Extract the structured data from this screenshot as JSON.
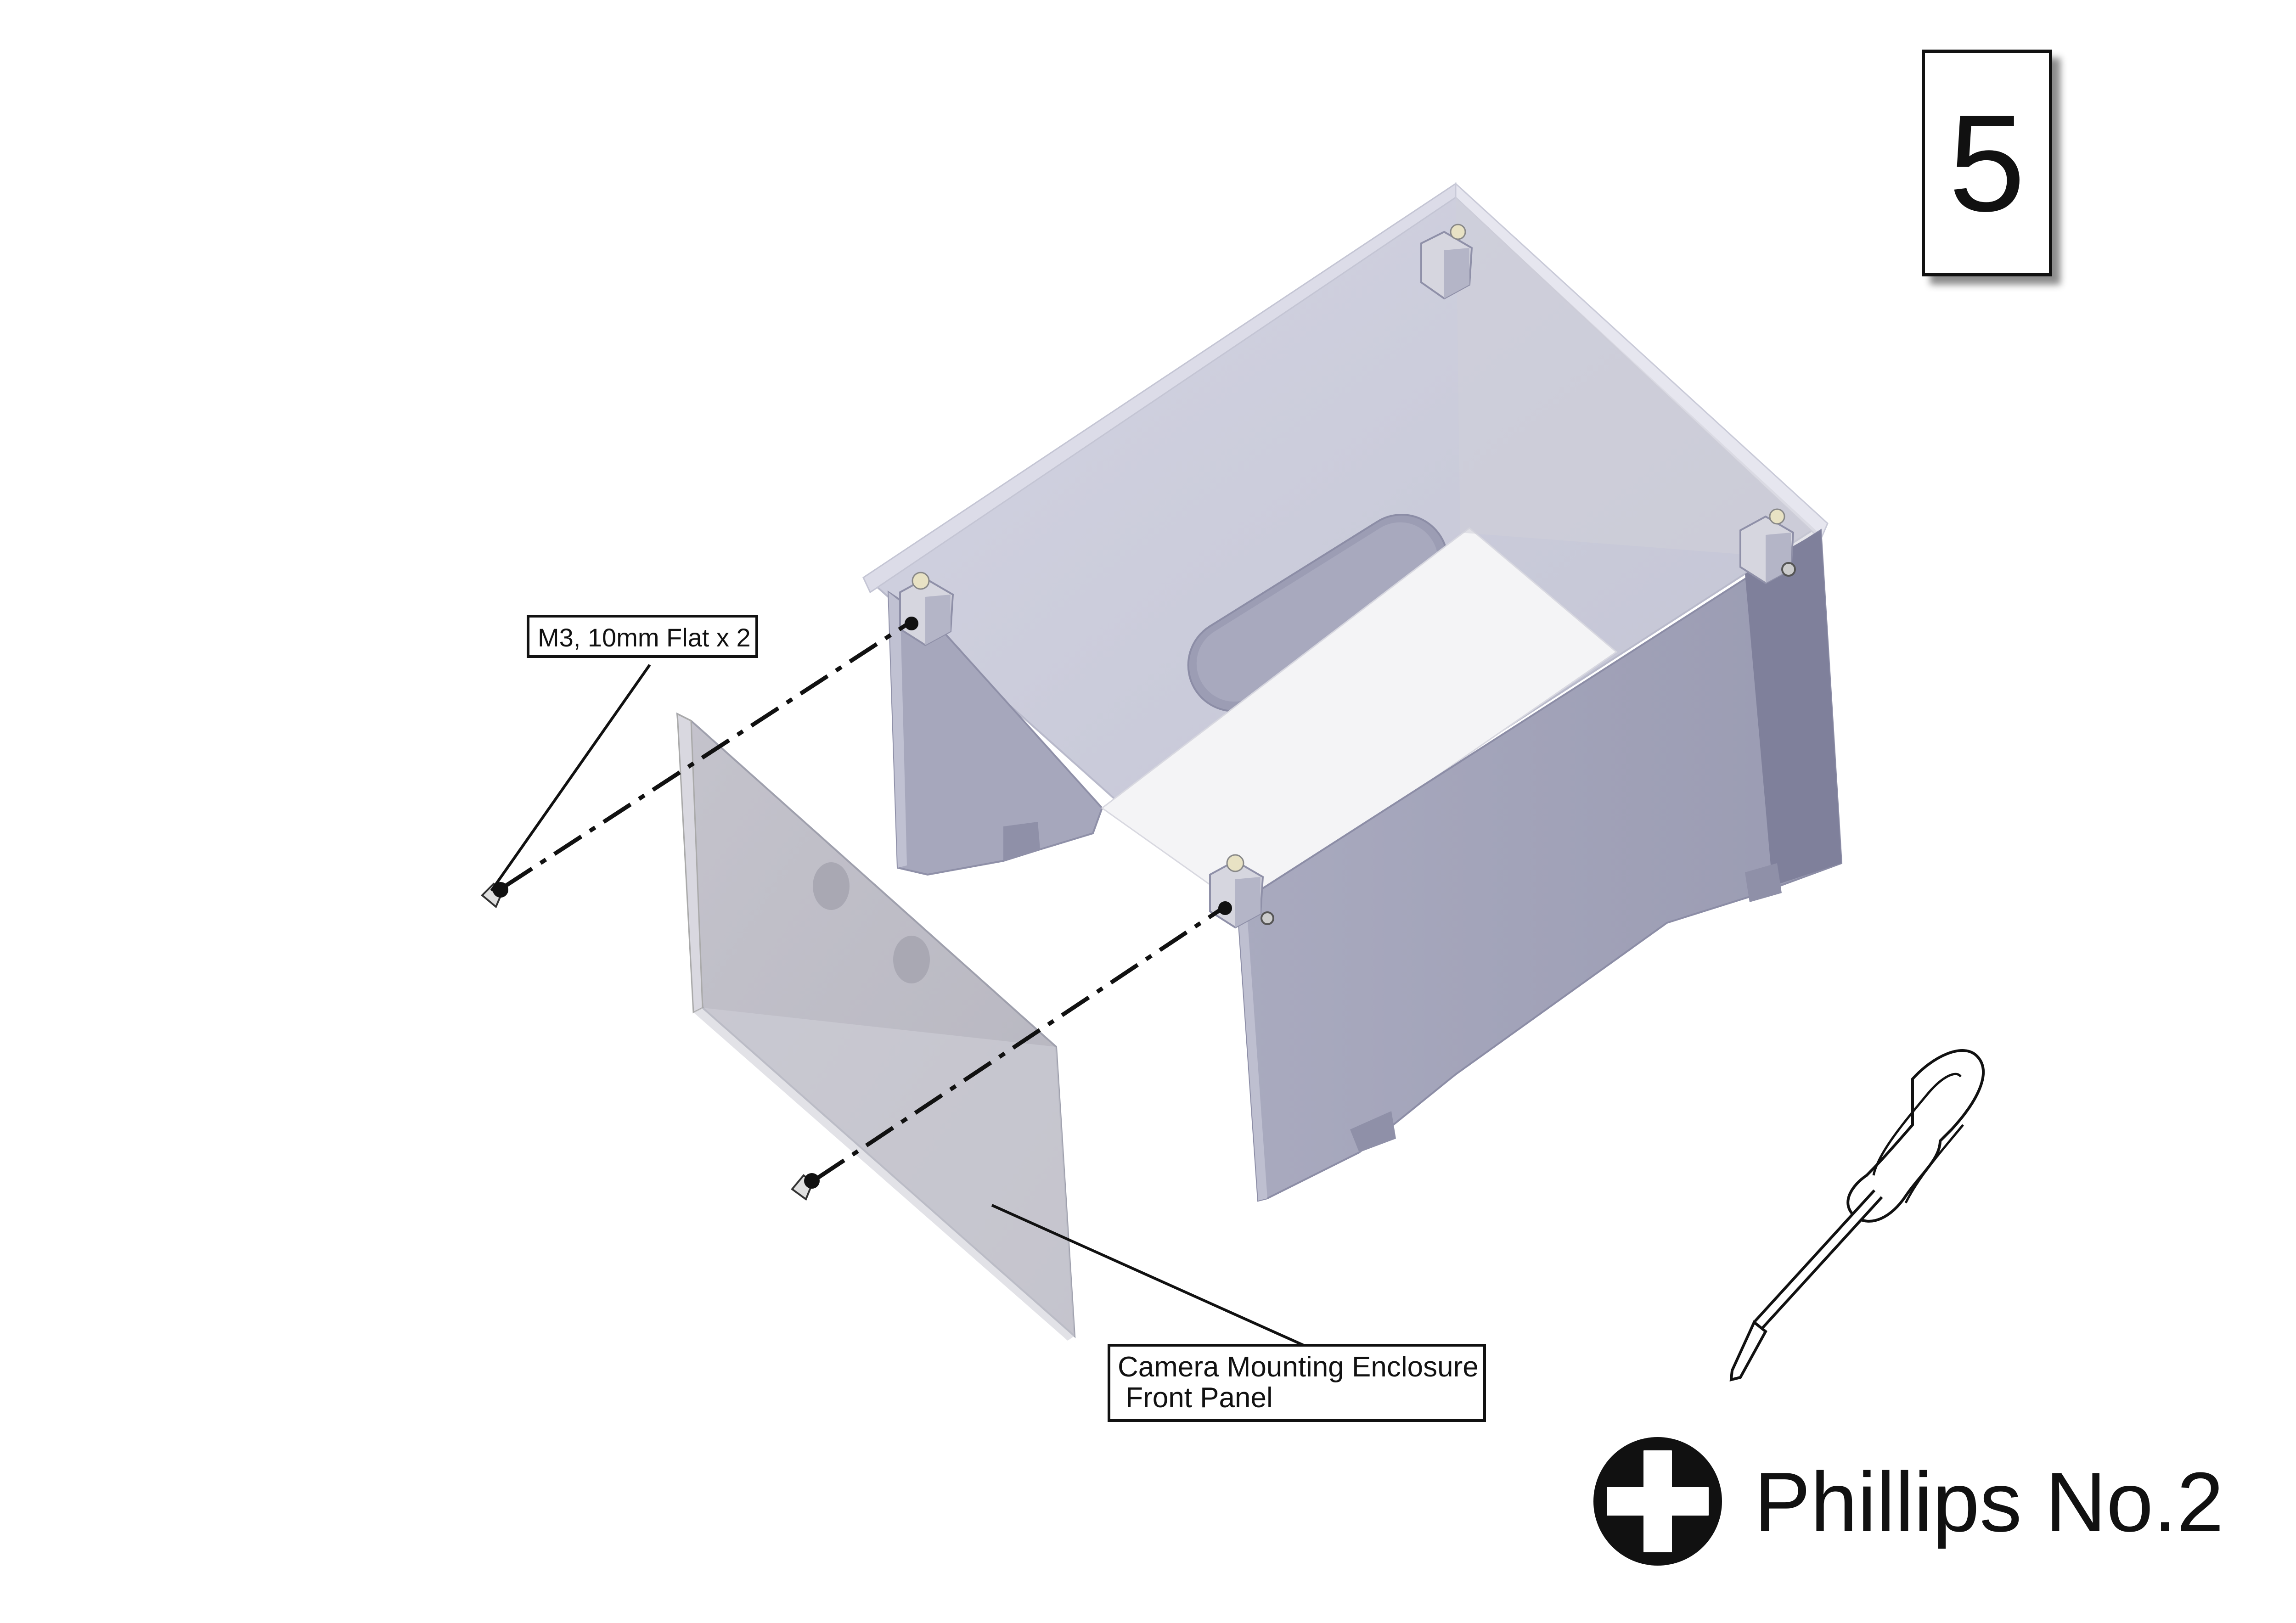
{
  "step": {
    "number": "5"
  },
  "callouts": {
    "screws": "M3, 10mm Flat x 2",
    "front_panel": "Camera Mounting Enclosure\n Front Panel"
  },
  "tool": {
    "label": "Phillips No.2",
    "icon": "phillips-cross-icon"
  },
  "colors": {
    "enclosure_wall": "#a5a6ba",
    "enclosure_top": "#c9cad8",
    "front_panel": "#bdbcc6",
    "ink": "#111111"
  }
}
